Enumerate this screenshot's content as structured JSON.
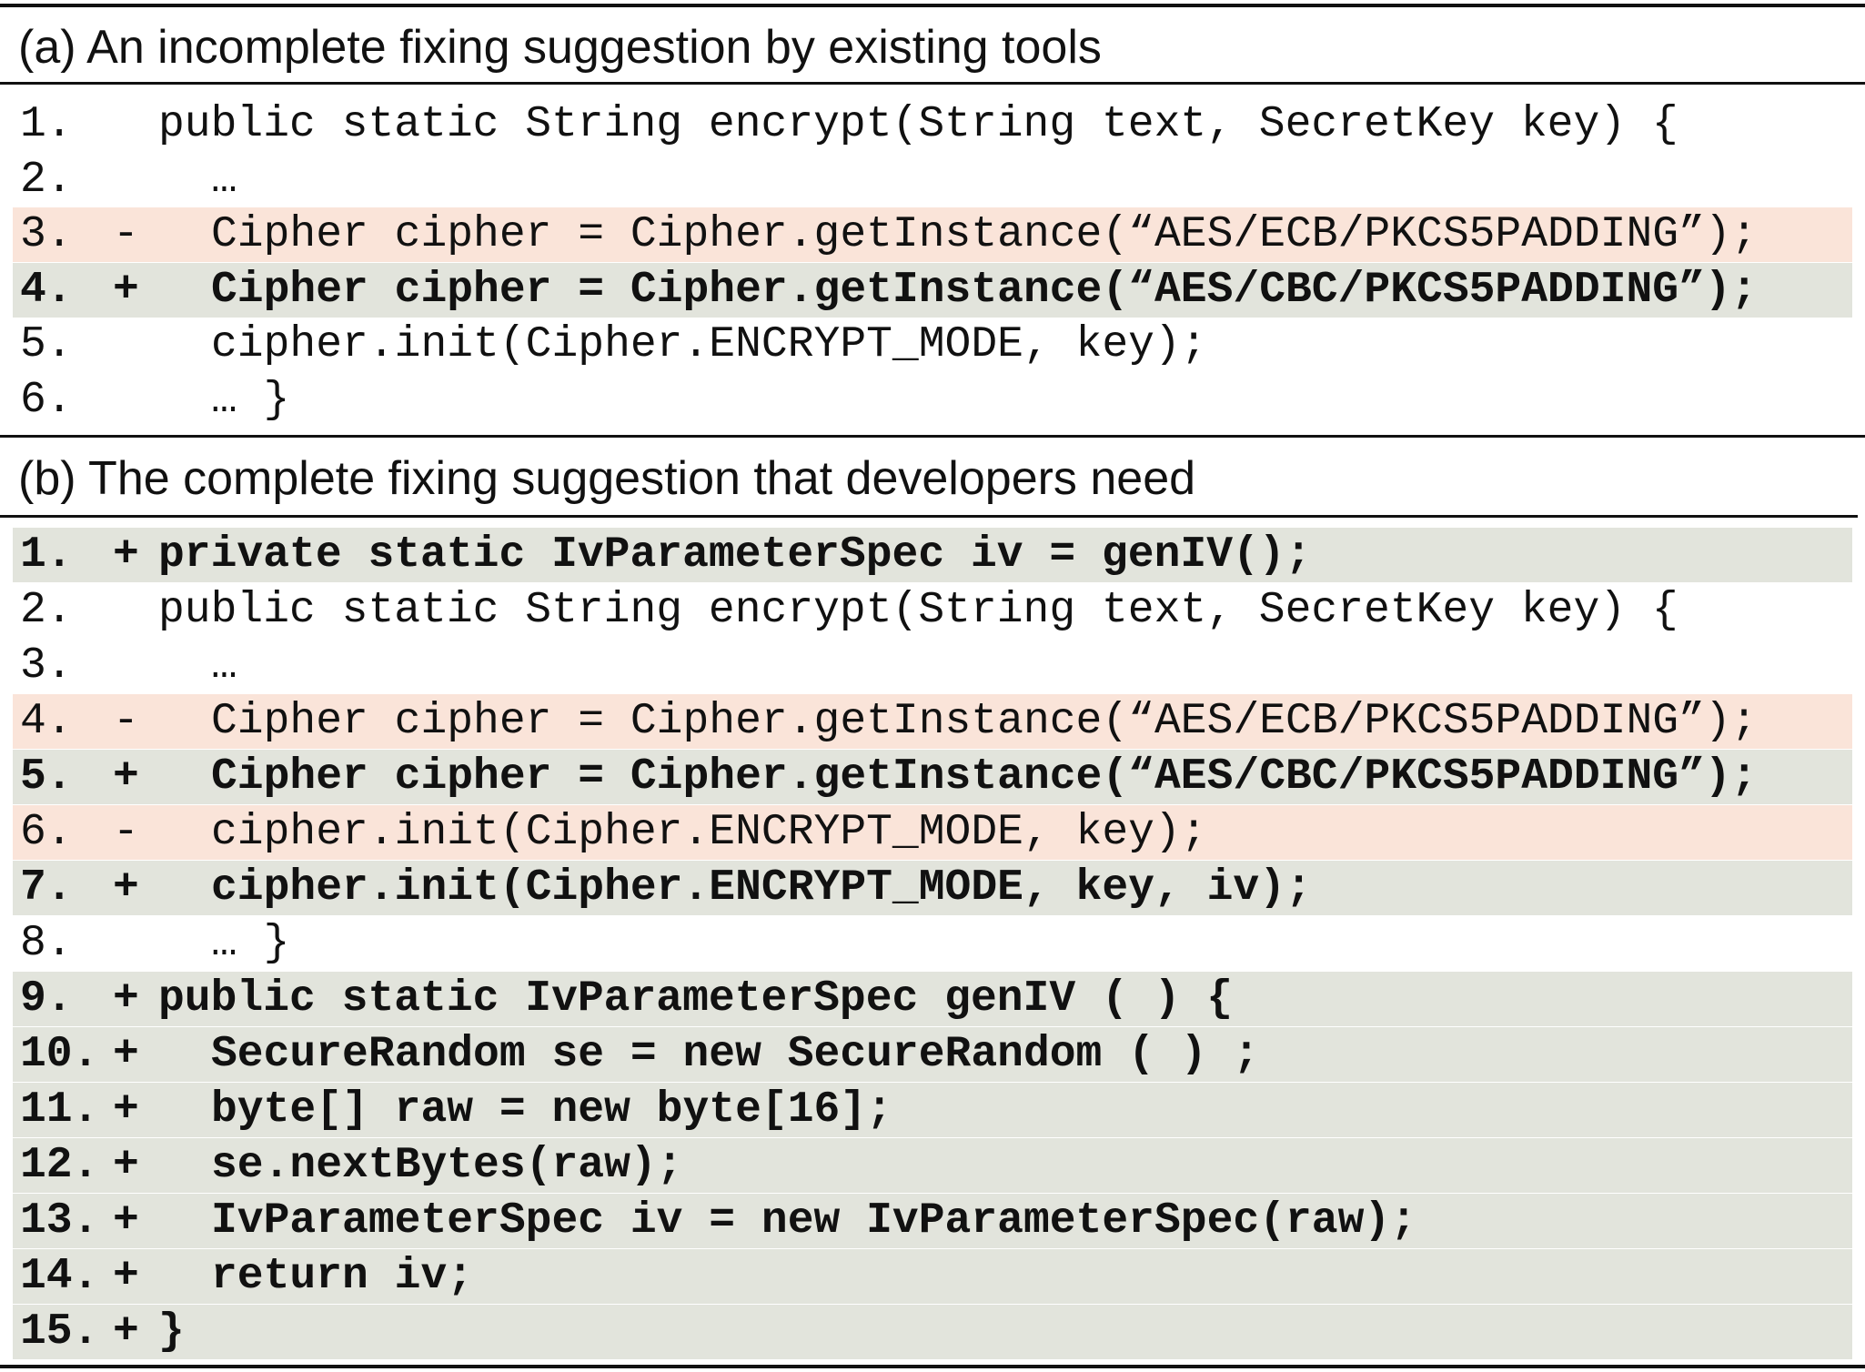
{
  "panel_a": {
    "title": "(a) An incomplete fixing suggestion by existing tools",
    "lines": [
      {
        "num": "1.",
        "mark": "",
        "code": "public static String encrypt(String text, SecretKey key) {",
        "kind": "ctx",
        "indent": 0
      },
      {
        "num": "2.",
        "mark": "",
        "code": "…",
        "kind": "ctx",
        "indent": 1
      },
      {
        "num": "3.",
        "mark": "-",
        "code": "Cipher cipher = Cipher.getInstance(“AES/ECB/PKCS5PADDING”);",
        "kind": "del",
        "indent": 1
      },
      {
        "num": "4.",
        "mark": "+",
        "code": "Cipher cipher = Cipher.getInstance(“AES/CBC/PKCS5PADDING”);",
        "kind": "add",
        "indent": 1
      },
      {
        "num": "5.",
        "mark": "",
        "code": "cipher.init(Cipher.ENCRYPT_MODE, key);",
        "kind": "ctx",
        "indent": 1
      },
      {
        "num": "6.",
        "mark": "",
        "code": "… }",
        "kind": "ctx",
        "indent": 1
      }
    ]
  },
  "panel_b": {
    "title": "(b) The complete fixing suggestion that developers need",
    "lines": [
      {
        "num": "1.",
        "mark": "+",
        "code": "private static IvParameterSpec iv = genIV();",
        "kind": "add",
        "indent": 0
      },
      {
        "num": "2.",
        "mark": "",
        "code": "public static String encrypt(String text, SecretKey key) {",
        "kind": "ctx",
        "indent": 0
      },
      {
        "num": "3.",
        "mark": "",
        "code": "…",
        "kind": "ctx",
        "indent": 1
      },
      {
        "num": "4.",
        "mark": "-",
        "code": "Cipher cipher = Cipher.getInstance(“AES/ECB/PKCS5PADDING”);",
        "kind": "del",
        "indent": 1
      },
      {
        "num": "5.",
        "mark": "+",
        "code": "Cipher cipher = Cipher.getInstance(“AES/CBC/PKCS5PADDING”);",
        "kind": "add",
        "indent": 1
      },
      {
        "num": "6.",
        "mark": "-",
        "code": "cipher.init(Cipher.ENCRYPT_MODE, key);",
        "kind": "del",
        "indent": 1
      },
      {
        "num": "7.",
        "mark": "+",
        "code": "cipher.init(Cipher.ENCRYPT_MODE, key, iv);",
        "kind": "add",
        "indent": 1
      },
      {
        "num": "8.",
        "mark": "",
        "code": "… }",
        "kind": "ctx",
        "indent": 1
      },
      {
        "num": "9.",
        "mark": "+",
        "code": "public static IvParameterSpec genIV ( ) {",
        "kind": "add",
        "indent": 0
      },
      {
        "num": "10.",
        "mark": "+",
        "code": "SecureRandom se = new SecureRandom ( ) ;",
        "kind": "add",
        "indent": 1
      },
      {
        "num": "11.",
        "mark": "+",
        "code": "byte[] raw = new byte[16];",
        "kind": "add",
        "indent": 1
      },
      {
        "num": "12.",
        "mark": "+",
        "code": "se.nextBytes(raw);",
        "kind": "add",
        "indent": 1
      },
      {
        "num": "13.",
        "mark": "+",
        "code": "IvParameterSpec iv = new IvParameterSpec(raw);",
        "kind": "add",
        "indent": 1
      },
      {
        "num": "14.",
        "mark": "+",
        "code": "return iv;",
        "kind": "add",
        "indent": 1
      },
      {
        "num": "15.",
        "mark": "+",
        "code": "}",
        "kind": "add",
        "indent": 0
      }
    ]
  },
  "colors": {
    "deleted_line_bg": "#fae4d9",
    "added_line_bg": "#e2e4dc",
    "text": "#111111",
    "rule": "#111111"
  }
}
